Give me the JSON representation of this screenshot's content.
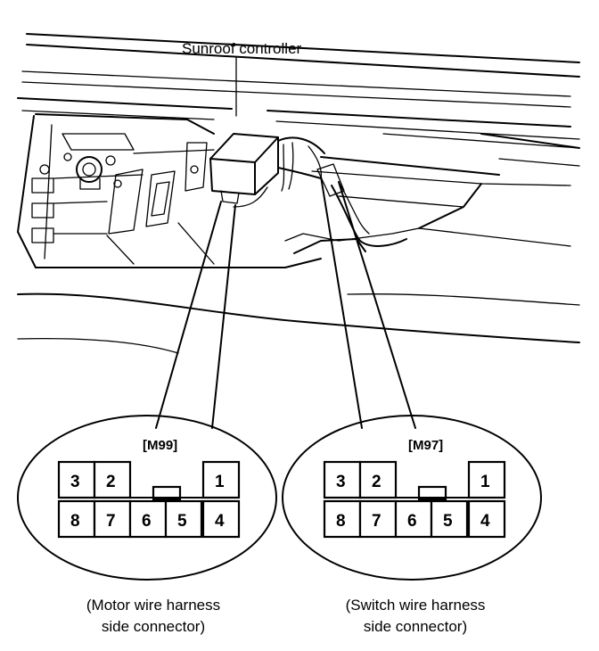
{
  "callout": {
    "label": "Sunroof controller"
  },
  "connectors": [
    {
      "code": "[M99]",
      "pins": {
        "p3": "3",
        "p2": "2",
        "p1": "1",
        "p8": "8",
        "p7": "7",
        "p6": "6",
        "p5": "5",
        "p4": "4"
      },
      "caption_line1": "(Motor wire harness",
      "caption_line2": "side connector)"
    },
    {
      "code": "[M97]",
      "pins": {
        "p3": "3",
        "p2": "2",
        "p1": "1",
        "p8": "8",
        "p7": "7",
        "p6": "6",
        "p5": "5",
        "p4": "4"
      },
      "caption_line1": "(Switch wire harness",
      "caption_line2": "side connector)"
    }
  ]
}
